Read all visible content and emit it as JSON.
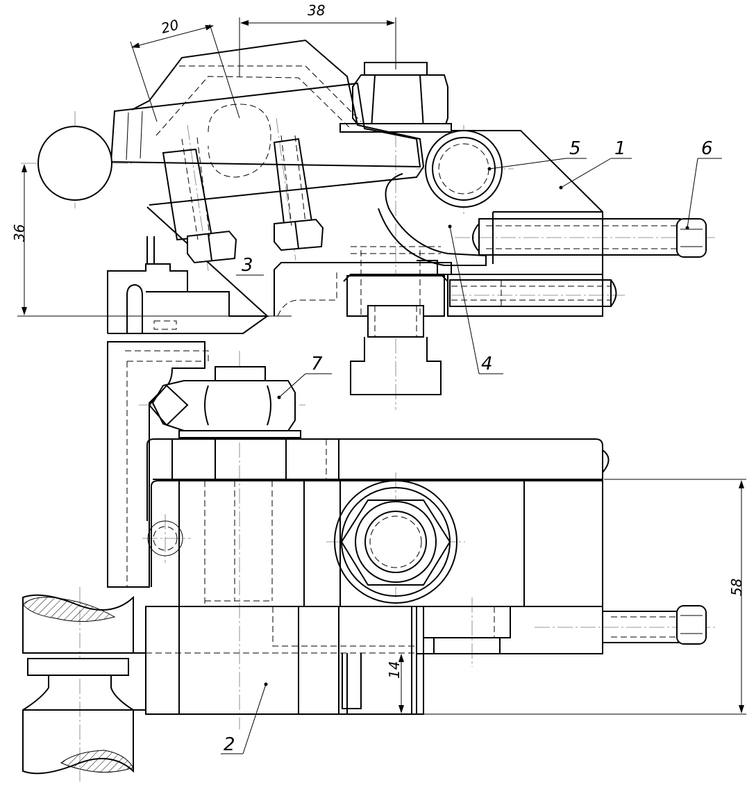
{
  "dimensions": {
    "d20": "20",
    "d38": "38",
    "d36": "36",
    "d58": "58",
    "d14": "14"
  },
  "part_labels": {
    "p1": "1",
    "p2": "2",
    "p3": "3",
    "p4": "4",
    "p5": "5",
    "p6": "6",
    "p7": "7"
  }
}
